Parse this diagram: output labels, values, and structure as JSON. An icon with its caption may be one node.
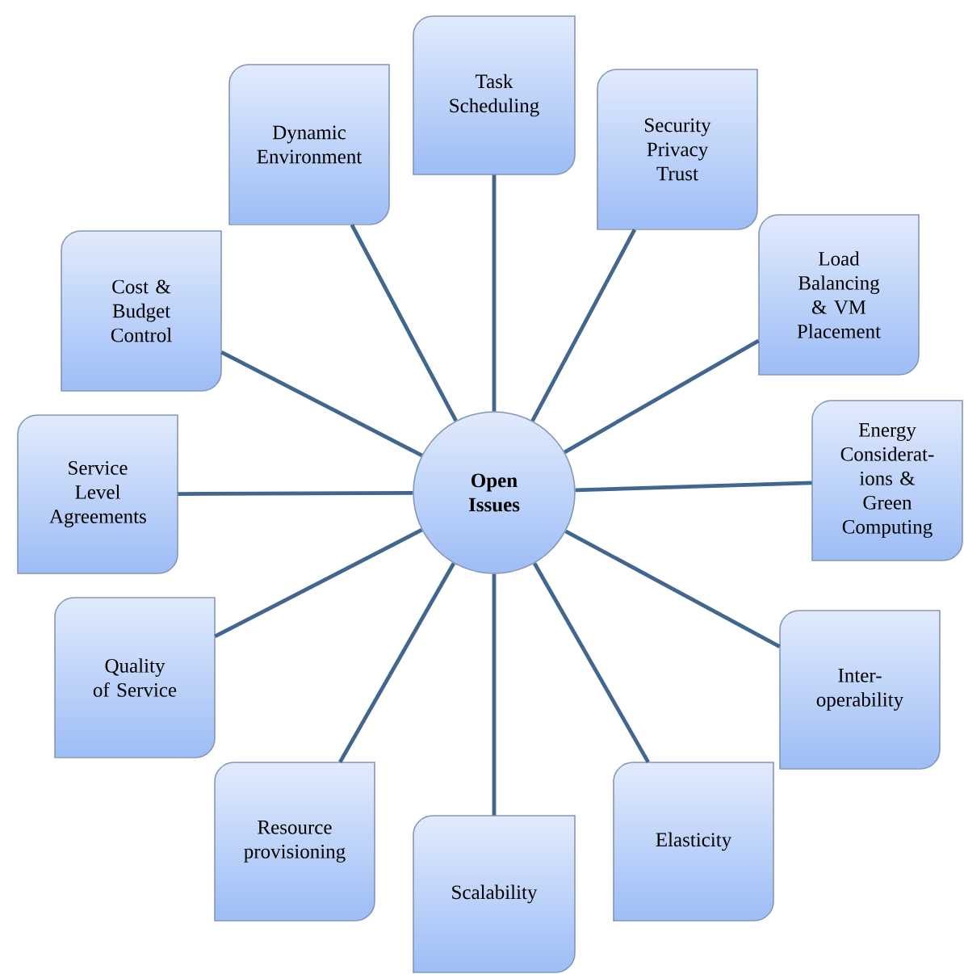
{
  "diagram": {
    "nodes": [
      {
        "text": [
          "Open Issues"
        ]
      },
      {
        "text": [
          "Task Scheduling"
        ]
      },
      {
        "text": [
          "Security Privacy Trust"
        ]
      },
      {
        "text": [
          "Load Balancing & VM Placement"
        ]
      },
      {
        "text": [
          "Energy Considerat- ions & Green Computing"
        ]
      },
      {
        "text": [
          "Inter- operability"
        ]
      },
      {
        "text": [
          "Elasticity"
        ]
      },
      {
        "text": [
          "Scalability"
        ]
      },
      {
        "text": [
          "Resource provisioning"
        ]
      },
      {
        "text": [
          "Quality of Service"
        ]
      },
      {
        "text": [
          "Service Level Agreements"
        ]
      },
      {
        "text": [
          "Cost & Budget Control"
        ]
      },
      {
        "text": [
          "Dynamic Environment"
        ]
      }
    ],
    "edges": [
      {
        "from": 0,
        "to": 1,
        "arrow": "none"
      },
      {
        "from": 0,
        "to": 2,
        "arrow": "none"
      },
      {
        "from": 0,
        "to": 3,
        "arrow": "none"
      },
      {
        "from": 0,
        "to": 4,
        "arrow": "none"
      },
      {
        "from": 0,
        "to": 5,
        "arrow": "none"
      },
      {
        "from": 0,
        "to": 6,
        "arrow": "none"
      },
      {
        "from": 0,
        "to": 7,
        "arrow": "none"
      },
      {
        "from": 0,
        "to": 8,
        "arrow": "none"
      },
      {
        "from": 0,
        "to": 9,
        "arrow": "none"
      },
      {
        "from": 0,
        "to": 10,
        "arrow": "none"
      },
      {
        "from": 0,
        "to": 11,
        "arrow": "none"
      },
      {
        "from": 0,
        "to": 12,
        "arrow": "none"
      }
    ]
  }
}
